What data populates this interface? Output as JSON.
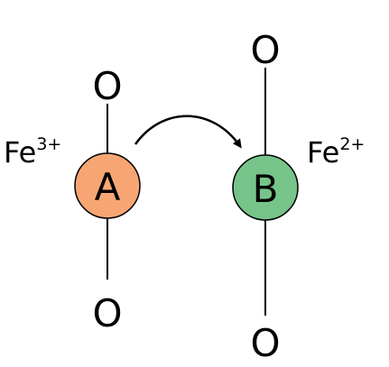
{
  "diagram": {
    "site_a": {
      "label": "A",
      "fill": "#f7a673",
      "ion": {
        "symbol": "Fe",
        "charge": "3+"
      },
      "top_atom": "O",
      "bottom_atom": "O"
    },
    "site_b": {
      "label": "B",
      "fill": "#76c489",
      "ion": {
        "symbol": "Fe",
        "charge": "2+"
      },
      "top_atom": "O",
      "bottom_atom": "O"
    },
    "arrow": {
      "icon": "curved-arrow-icon",
      "color": "#000000"
    },
    "stroke_color": "#000000"
  }
}
